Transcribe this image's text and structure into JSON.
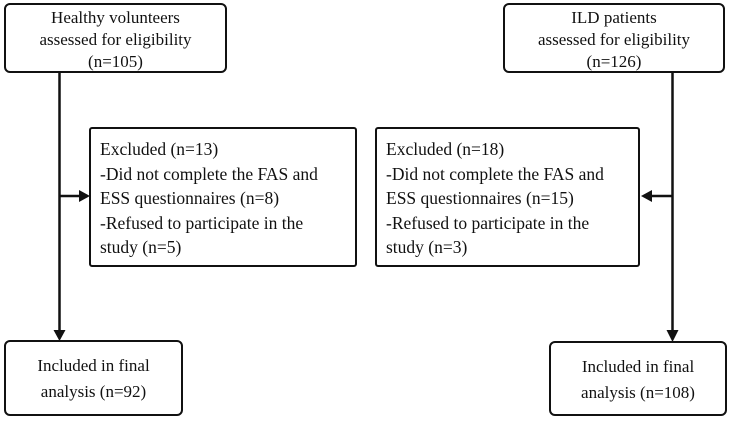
{
  "figure": {
    "background_color": "#ffffff",
    "line_color": "#111111",
    "type": "participant-flow-diagram"
  },
  "left_arm": {
    "top_box": {
      "line1": "Healthy volunteers",
      "line2": "assessed for eligibility",
      "line3": "(n=105)"
    },
    "excluded_box": {
      "line1": "Excluded (n=13)",
      "line2": "-Did not complete the FAS and",
      "line3": "ESS questionnaires (n=8)",
      "line4": "-Refused to participate in the",
      "line5": "study (n=5)"
    },
    "bottom_box": {
      "line1": "Included in final",
      "line2": "analysis (n=92)"
    }
  },
  "right_arm": {
    "top_box": {
      "line1": "ILD patients",
      "line2": "assessed for eligibility",
      "line3": "(n=126)"
    },
    "excluded_box": {
      "line1": "Excluded (n=18)",
      "line2": "-Did not complete the FAS and",
      "line3": "ESS questionnaires (n=15)",
      "line4": "-Refused to participate in the",
      "line5": "study (n=3)"
    },
    "bottom_box": {
      "line1": "Included in final",
      "line2": "analysis (n=108)"
    }
  }
}
